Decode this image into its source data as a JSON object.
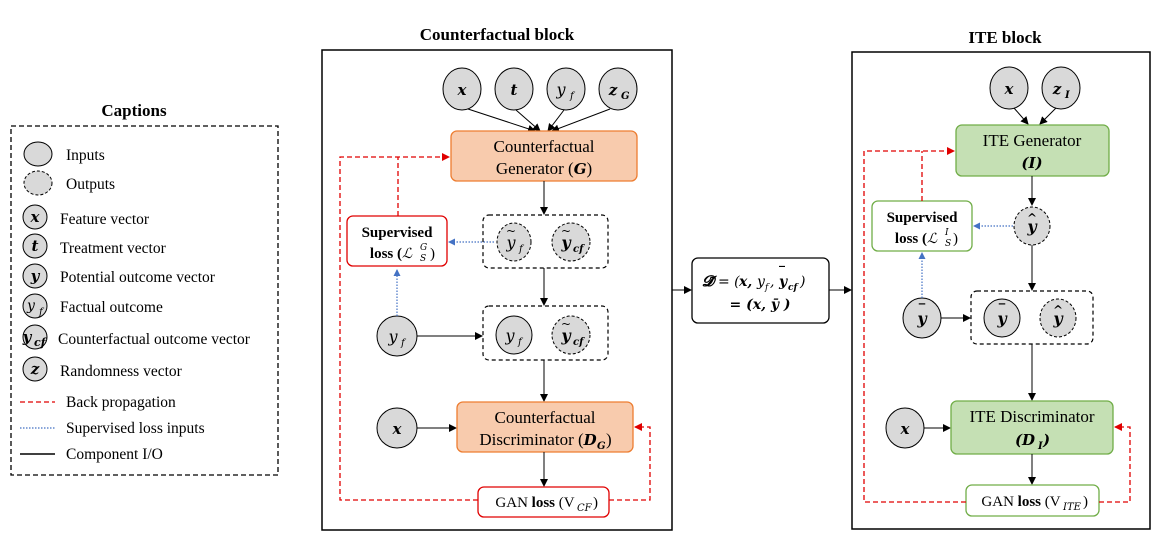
{
  "captions": {
    "title": "Captions",
    "inputs": "Inputs",
    "outputs": "Outputs",
    "feature": "Feature vector",
    "treatment": "Treatment vector",
    "potential": "Potential outcome vector",
    "factual": "Factual outcome",
    "counterfactual": "Counterfactual outcome vector",
    "randomness": "Randomness vector",
    "backprop": "Back propagation",
    "supervised_inputs": "Supervised loss inputs",
    "component_io": "Component I/O"
  },
  "symbols": {
    "x": "x",
    "t": "t",
    "y": "y",
    "z": "z",
    "f": "f",
    "cf": "cf",
    "G": "G",
    "I": "I",
    "S": "S",
    "CF": "CF",
    "ITE": "ITE",
    "tilde": "~",
    "hat": "^",
    "bar": "‾",
    "L": "ℒ"
  },
  "counterfactual_block": {
    "title": "Counterfactual block",
    "generator_line1": "Counterfactual",
    "generator_line2": "Generator (",
    "generator_sym": "G",
    "generator_close": ")",
    "supervised": "Supervised",
    "loss_word": "loss (",
    "loss_close": ")",
    "discriminator_line1": "Counterfactual",
    "discriminator_line2": "Discriminator (",
    "discriminator_close": ")",
    "gan_prefix": "GAN ",
    "gan_loss": "loss",
    "gan_open": " (V",
    "gan_close": ")"
  },
  "dataset": {
    "line1_prefix": "= (",
    "line1_suffix": ")",
    "line2": "= (x, ȳ )",
    "D_symbol": "𝓓̃"
  },
  "ite_block": {
    "title": "ITE block",
    "generator_line1": "ITE Generator",
    "generator_sym": "(I)",
    "supervised": "Supervised",
    "loss_word": "loss (",
    "loss_close": ")",
    "discriminator_line1": "ITE Discriminator",
    "discriminator_sym": "(D",
    "discriminator_close": ")",
    "gan_prefix": "GAN ",
    "gan_loss": "loss",
    "gan_open": " (V",
    "gan_close": ")"
  },
  "colors": {
    "orange_fill": "#f8cbad",
    "orange_stroke": "#ed7d31",
    "green_fill": "#c5e0b4",
    "green_stroke": "#70ad47",
    "red_stroke": "#e00000",
    "circle_fill": "#d9d9d9",
    "dotted_blue": "#4472c4"
  }
}
